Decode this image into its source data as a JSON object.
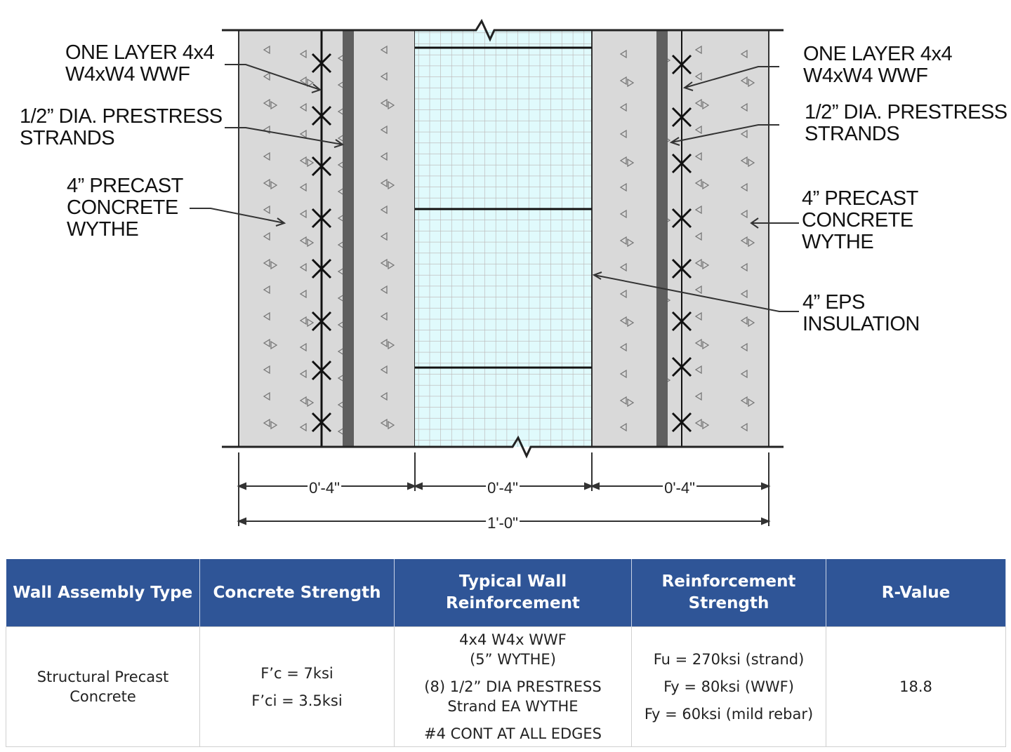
{
  "diagram": {
    "labels_left": [
      {
        "text": "ONE LAYER 4x4\nW4xW4 WWF"
      },
      {
        "text": "1/2” DIA. PRESTRESS\nSTRANDS"
      },
      {
        "text": "4” PRECAST\nCONCRETE\nWYTHE"
      }
    ],
    "labels_right": [
      {
        "text": "ONE LAYER 4x4\nW4xW4 WWF"
      },
      {
        "text": "1/2” DIA. PRESTRESS\nSTRANDS"
      },
      {
        "text": "4” PRECAST\nCONCRETE\nWYTHE"
      },
      {
        "text": "4” EPS\nINSULATION"
      }
    ],
    "dimensions": [
      "0'-4\"",
      "0'-4\"",
      "0'-4\""
    ],
    "overall_dimension": "1'-0\"",
    "colors": {
      "concrete": "#d9d9d9",
      "insulation": "#e0fafc",
      "strand": "#5f5f5f"
    }
  },
  "table": {
    "headers": [
      "Wall Assembly Type",
      "Concrete Strength",
      "Typical Wall Reinforcement",
      "Reinforcement Strength",
      "R-Value"
    ],
    "row": {
      "type": "Structural Precast Concrete",
      "concrete": [
        "F’c = 7ksi",
        "F’ci = 3.5ksi"
      ],
      "reinforcement": [
        "4x4 W4x WWF",
        "(5” WYTHE)",
        "(8) 1/2” DIA PRESTRESS",
        "Strand EA WYTHE",
        "#4 CONT AT ALL EDGES"
      ],
      "strength": [
        "Fu = 270ksi (strand)",
        "Fy = 80ksi (WWF)",
        "Fy = 60ksi (mild rebar)"
      ],
      "rvalue": "18.8"
    },
    "header_color": "#2f5597"
  }
}
